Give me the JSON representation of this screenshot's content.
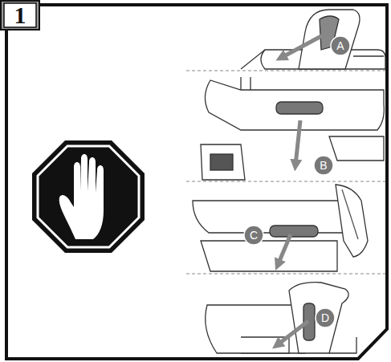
{
  "diagram": {
    "labels": [
      "1",
      "A",
      "B",
      "C",
      "D"
    ]
  }
}
